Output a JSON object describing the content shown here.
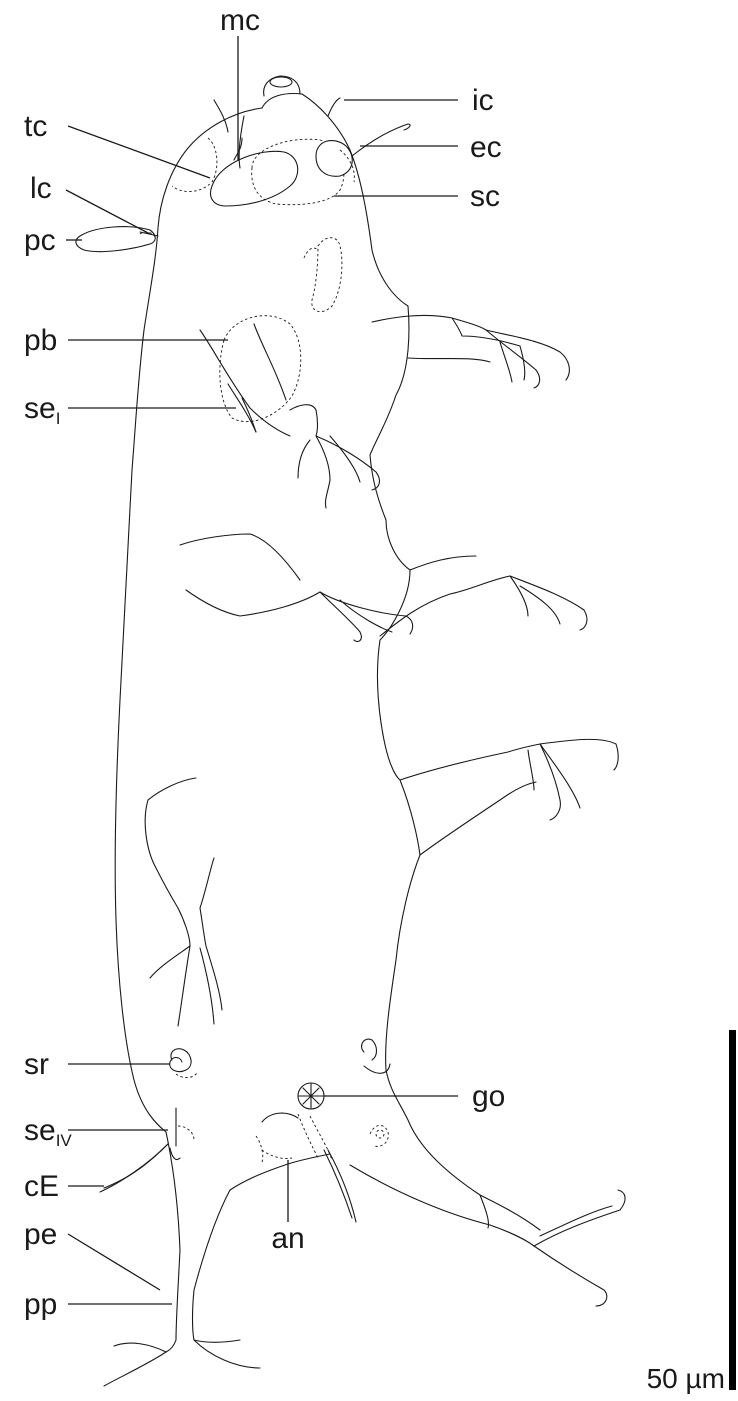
{
  "figure": {
    "labels": {
      "mc": "mc",
      "ic": "ic",
      "tc": "tc",
      "ec": "ec",
      "lc": "lc",
      "sc": "sc",
      "pc": "pc",
      "pb": "pb",
      "se_i_base": "se",
      "se_i_sub": "I",
      "sr": "sr",
      "go": "go",
      "se_iv_base": "se",
      "se_iv_sub": "IV",
      "ce": "cE",
      "an": "an",
      "pe": "pe",
      "pp": "pp"
    },
    "scale_bar": {
      "label": "50 µm"
    }
  }
}
